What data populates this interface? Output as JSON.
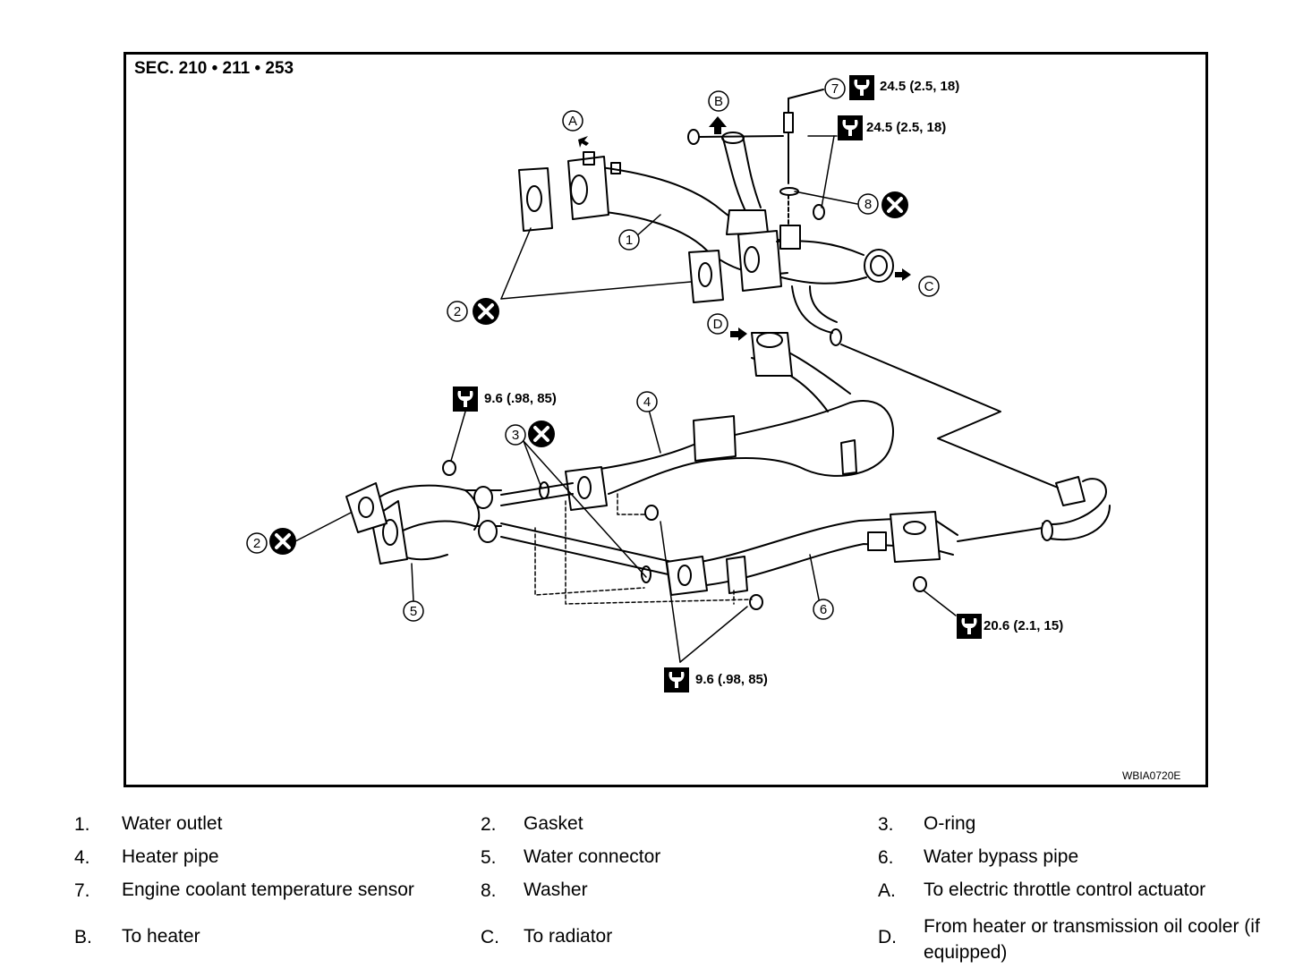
{
  "figure": {
    "section_title": "SEC. 210 • 211 • 253",
    "figure_code": "WBIA0720E",
    "torques": {
      "t7": "24.5 (2.5, 18)",
      "t8": "24.5 (2.5, 18)",
      "t_upper_left": "9.6 (.98, 85)",
      "t_bottom": "9.6 (.98, 85)",
      "t_right": "20.6 (2.1, 15)"
    },
    "callouts": {
      "a": "A",
      "b": "B",
      "c": "C",
      "d": "D",
      "n1": "1",
      "n2_upper": "2",
      "n2_lower": "2",
      "n3": "3",
      "n4": "4",
      "n5": "5",
      "n6": "6",
      "n7": "7",
      "n8": "8"
    }
  },
  "legend": [
    {
      "num": "1.",
      "text": "Water outlet"
    },
    {
      "num": "2.",
      "text": "Gasket"
    },
    {
      "num": "3.",
      "text": "O-ring"
    },
    {
      "num": "4.",
      "text": "Heater pipe"
    },
    {
      "num": "5.",
      "text": "Water connector"
    },
    {
      "num": "6.",
      "text": "Water bypass pipe"
    },
    {
      "num": "7.",
      "text": "Engine coolant temperature sensor"
    },
    {
      "num": "8.",
      "text": "Washer"
    },
    {
      "num": "A.",
      "text": "To electric throttle control actuator"
    },
    {
      "num": "B.",
      "text": "To heater"
    },
    {
      "num": "C.",
      "text": "To radiator"
    },
    {
      "num": "D.",
      "text": "From heater or transmission oil cooler (if equipped)"
    }
  ]
}
